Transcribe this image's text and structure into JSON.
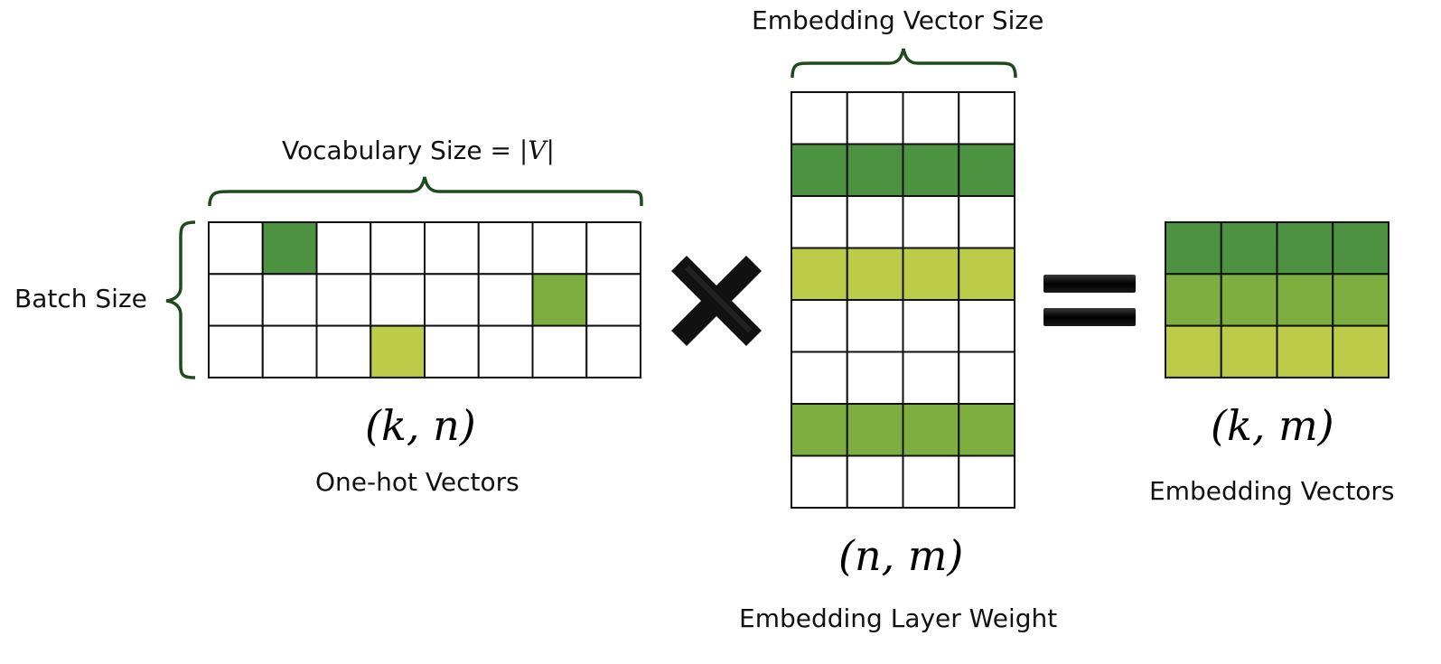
{
  "labels": {
    "vocab_size": "Vocabulary Size = ",
    "vocab_symbol": "|V|",
    "batch_size": "Batch Size",
    "embedding_vector_size": "Embedding Vector Size",
    "onehot_shape": "(k, n)",
    "onehot_caption": "One-hot Vectors",
    "weight_shape": "(n, m)",
    "weight_caption": "Embedding Layer Weight",
    "output_shape": "(k, m)",
    "output_caption": "Embedding Vectors"
  },
  "colors": {
    "dark_green": "#4c9240",
    "mid_green": "#7fae40",
    "light_green": "#bccb48",
    "bracket": "#1f4a1f",
    "grid_line": "#111111",
    "empty": "#ffffff"
  },
  "matrices": {
    "onehot": {
      "rows": 3,
      "cols": 8,
      "cells": [
        [
          "empty",
          "dark_green",
          "empty",
          "empty",
          "empty",
          "empty",
          "empty",
          "empty"
        ],
        [
          "empty",
          "empty",
          "empty",
          "empty",
          "empty",
          "empty",
          "mid_green",
          "empty"
        ],
        [
          "empty",
          "empty",
          "empty",
          "light_green",
          "empty",
          "empty",
          "empty",
          "empty"
        ]
      ]
    },
    "weight": {
      "rows": 8,
      "cols": 4,
      "row_colors": [
        "empty",
        "dark_green",
        "empty",
        "light_green",
        "empty",
        "empty",
        "mid_green",
        "empty"
      ]
    },
    "output": {
      "rows": 3,
      "cols": 4,
      "row_colors": [
        "dark_green",
        "mid_green",
        "light_green"
      ]
    }
  },
  "operators": {
    "multiply": "times-symbol",
    "equals": "equals-symbol"
  }
}
